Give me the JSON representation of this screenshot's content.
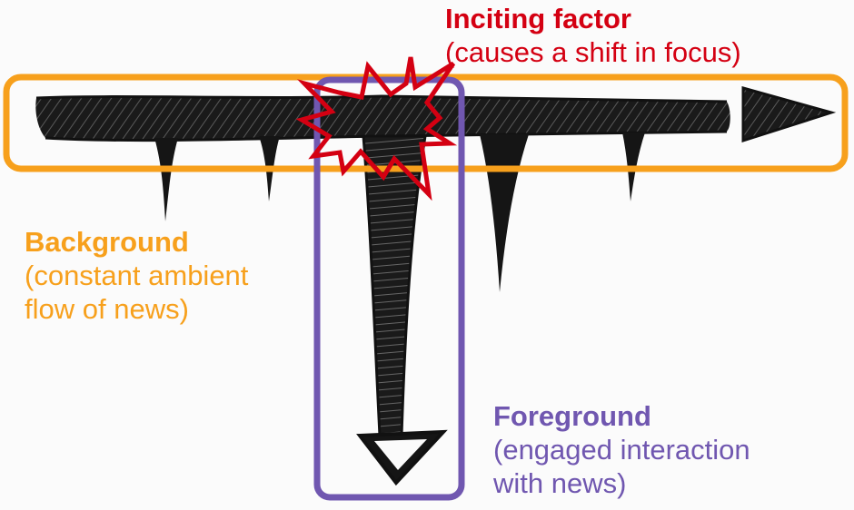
{
  "colors": {
    "background_box": "#f7a01c",
    "foreground_box": "#7057b0",
    "inciting_star": "#d40012",
    "sketch": "#151515"
  },
  "labels": {
    "inciting": {
      "title": "Inciting factor",
      "desc": "(causes a shift in focus)"
    },
    "background": {
      "title": "Background",
      "desc_lines": [
        "(constant ambient",
        "flow of news)"
      ]
    },
    "foreground": {
      "title": "Foreground",
      "desc_lines": [
        "(engaged interaction",
        "with news)"
      ]
    }
  }
}
